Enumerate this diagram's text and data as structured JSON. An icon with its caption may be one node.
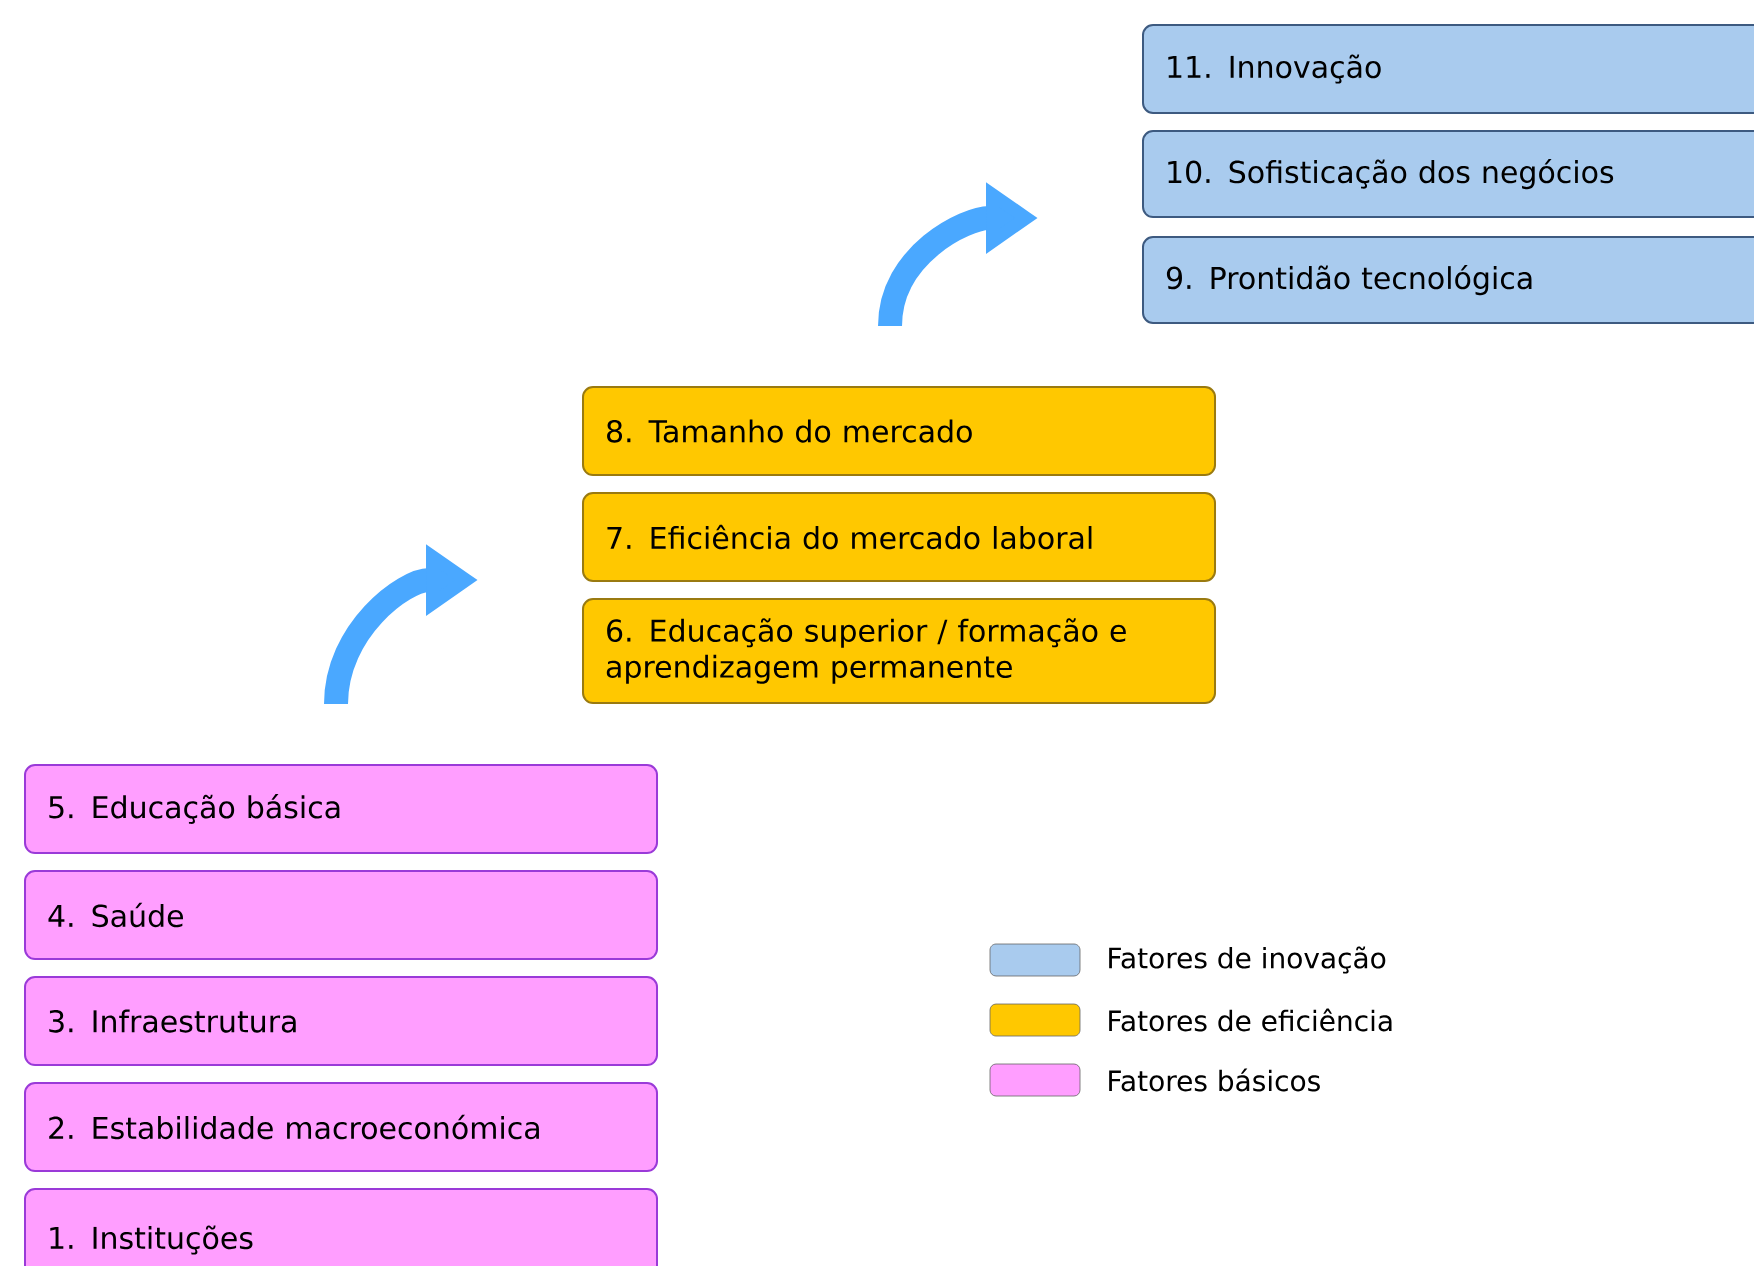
{
  "diagram": {
    "nodes": [
      {
        "text": [
          "11. Innovação"
        ]
      },
      {
        "text": [
          "10. Sofisticação dos negócios"
        ]
      },
      {
        "text": [
          "9. Prontidão tecnológica"
        ]
      },
      {
        "text": [
          "8. Tamanho do mercado"
        ]
      },
      {
        "text": [
          "7. Eficiência do mercado laboral"
        ]
      },
      {
        "text": [
          "6. Educação superior / formação e aprendizagem permanente"
        ]
      },
      {
        "text": [
          "5. Educação básica"
        ]
      },
      {
        "text": [
          "4. Saúde"
        ]
      },
      {
        "text": [
          "3. Infraestrutura"
        ]
      },
      {
        "text": [
          "2. Estabilidade macroeconómica"
        ]
      },
      {
        "text": [
          "1. Instituções"
        ]
      }
    ],
    "edges": [
      {
        "from": 6,
        "to": 5,
        "arrow": "to"
      },
      {
        "from": 3,
        "to": 2,
        "arrow": "to"
      }
    ],
    "legend": [
      {
        "text": "Fatores de inovação",
        "color": "#a9cbee"
      },
      {
        "text": "Fatores de eficiência",
        "color": "#ffc800"
      },
      {
        "text": "Fatores básicos",
        "color": "#ff9eff"
      }
    ]
  }
}
